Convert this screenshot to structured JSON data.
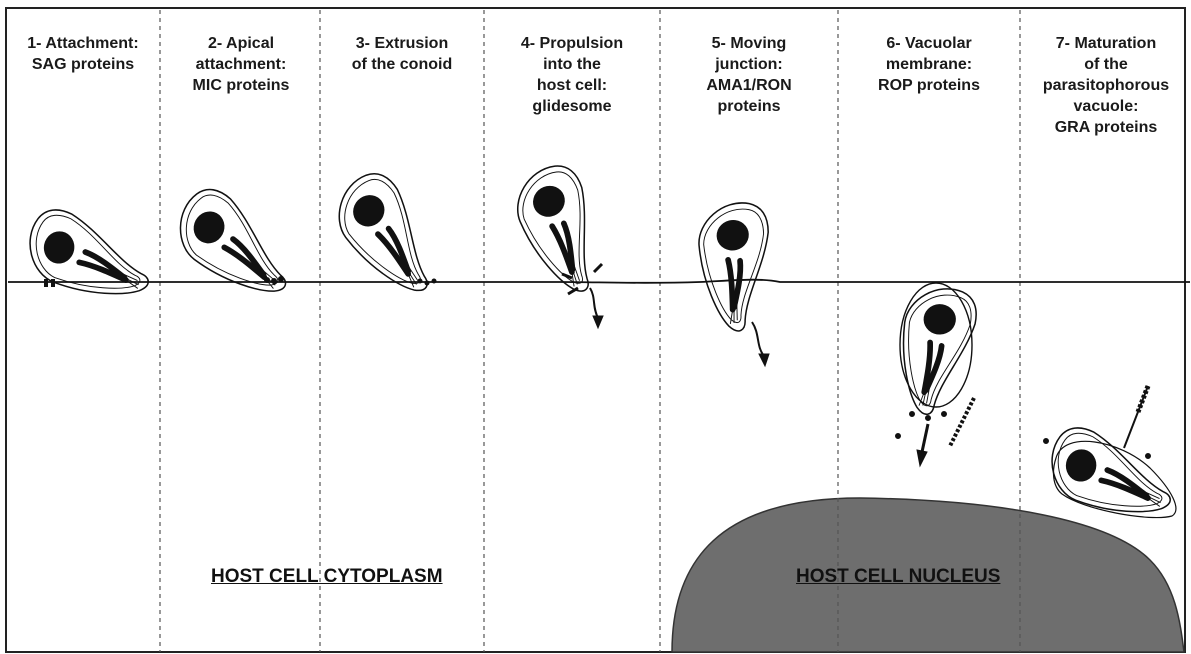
{
  "steps": [
    {
      "lines": [
        "1- Attachment:",
        "SAG proteins"
      ]
    },
    {
      "lines": [
        "2- Apical",
        "attachment:",
        "MIC proteins"
      ]
    },
    {
      "lines": [
        "3- Extrusion",
        "of the conoid"
      ]
    },
    {
      "lines": [
        "4- Propulsion",
        "into the",
        "host cell:",
        "glidesome"
      ]
    },
    {
      "lines": [
        "5- Moving",
        "junction:",
        "AMA1/RON",
        "proteins"
      ]
    },
    {
      "lines": [
        "6- Vacuolar",
        "membrane:",
        "ROP proteins"
      ]
    },
    {
      "lines": [
        "7- Maturation",
        "of the",
        "parasitophorous",
        "vacuole:",
        "GRA proteins"
      ]
    }
  ],
  "regions": {
    "cytoplasm": "HOST CELL CYTOPLASM",
    "nucleus": "HOST CELL NUCLEUS"
  },
  "colors": {
    "nucleus_fill": "#6e6e6e",
    "ink": "#111111",
    "divider": "#555555"
  }
}
